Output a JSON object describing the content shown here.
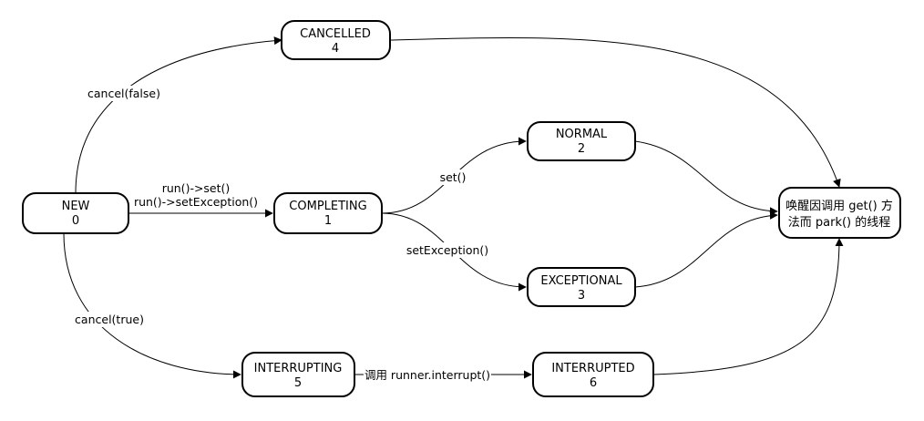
{
  "nodes": {
    "new": {
      "name": "NEW",
      "code": "0"
    },
    "cancelled": {
      "name": "CANCELLED",
      "code": "4"
    },
    "completing": {
      "name": "COMPLETING",
      "code": "1"
    },
    "normal": {
      "name": "NORMAL",
      "code": "2"
    },
    "exceptional": {
      "name": "EXCEPTIONAL",
      "code": "3"
    },
    "interrupting": {
      "name": "INTERRUPTING",
      "code": "5"
    },
    "interrupted": {
      "name": "INTERRUPTED",
      "code": "6"
    },
    "wake": {
      "line1": "唤醒因调用 get() 方",
      "line2": "法而 park() 的线程"
    }
  },
  "edges": {
    "cancel_false": "cancel(false)",
    "run_set": "run()->set()",
    "run_set_exception": "run()->setException()",
    "set": "set()",
    "set_exception": "setException()",
    "cancel_true": "cancel(true)",
    "runner_interrupt": "调用 runner.interrupt()"
  }
}
